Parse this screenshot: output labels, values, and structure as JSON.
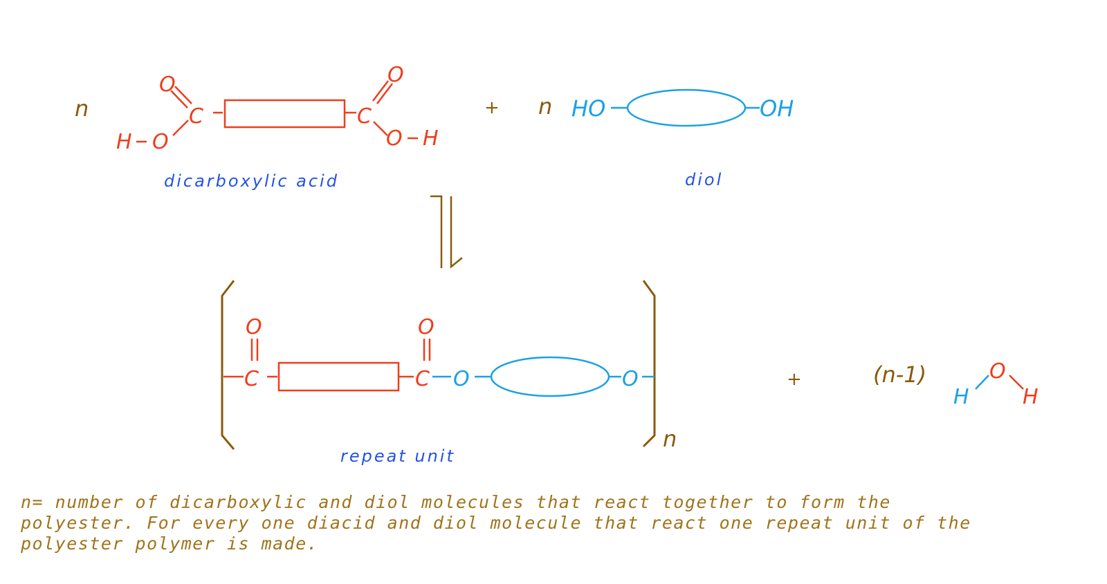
{
  "reactants": {
    "n_acid": "n",
    "plus_1": "+",
    "n_diol": "n",
    "acid_O_top_left": "O",
    "acid_C_left": "C",
    "acid_O_left": "O",
    "acid_H_left": "H",
    "acid_O_top_right": "O",
    "acid_C_right": "C",
    "acid_O_right": "O",
    "acid_H_right": "H",
    "diol_left": "HO",
    "diol_right": "OH",
    "acid_label": "dicarboxylic acid",
    "diol_label": "diol"
  },
  "product": {
    "carbonyl_O_1": "O",
    "carbonyl_C_1": "C",
    "carbonyl_O_2": "O",
    "carbonyl_C_2": "C",
    "ester_O_1": "O",
    "ester_O_2": "O",
    "subscript_n": "n",
    "label": "repeat unit",
    "plus_2": "+",
    "water_coefficient": "(n-1)",
    "water_H_left": "H",
    "water_O": "O",
    "water_H_right": "H"
  },
  "note": "n= number of dicarboxylic and diol molecules that react together to form the\npolyester.  For every one diacid and diol molecule that react one repeat unit of the\npolyester polymer is made.",
  "colors": {
    "acid": "#f03c1c",
    "diol": "#1aa0e6",
    "brown": "#8a5a0b",
    "label": "#2451e6",
    "note": "#a0731a"
  }
}
